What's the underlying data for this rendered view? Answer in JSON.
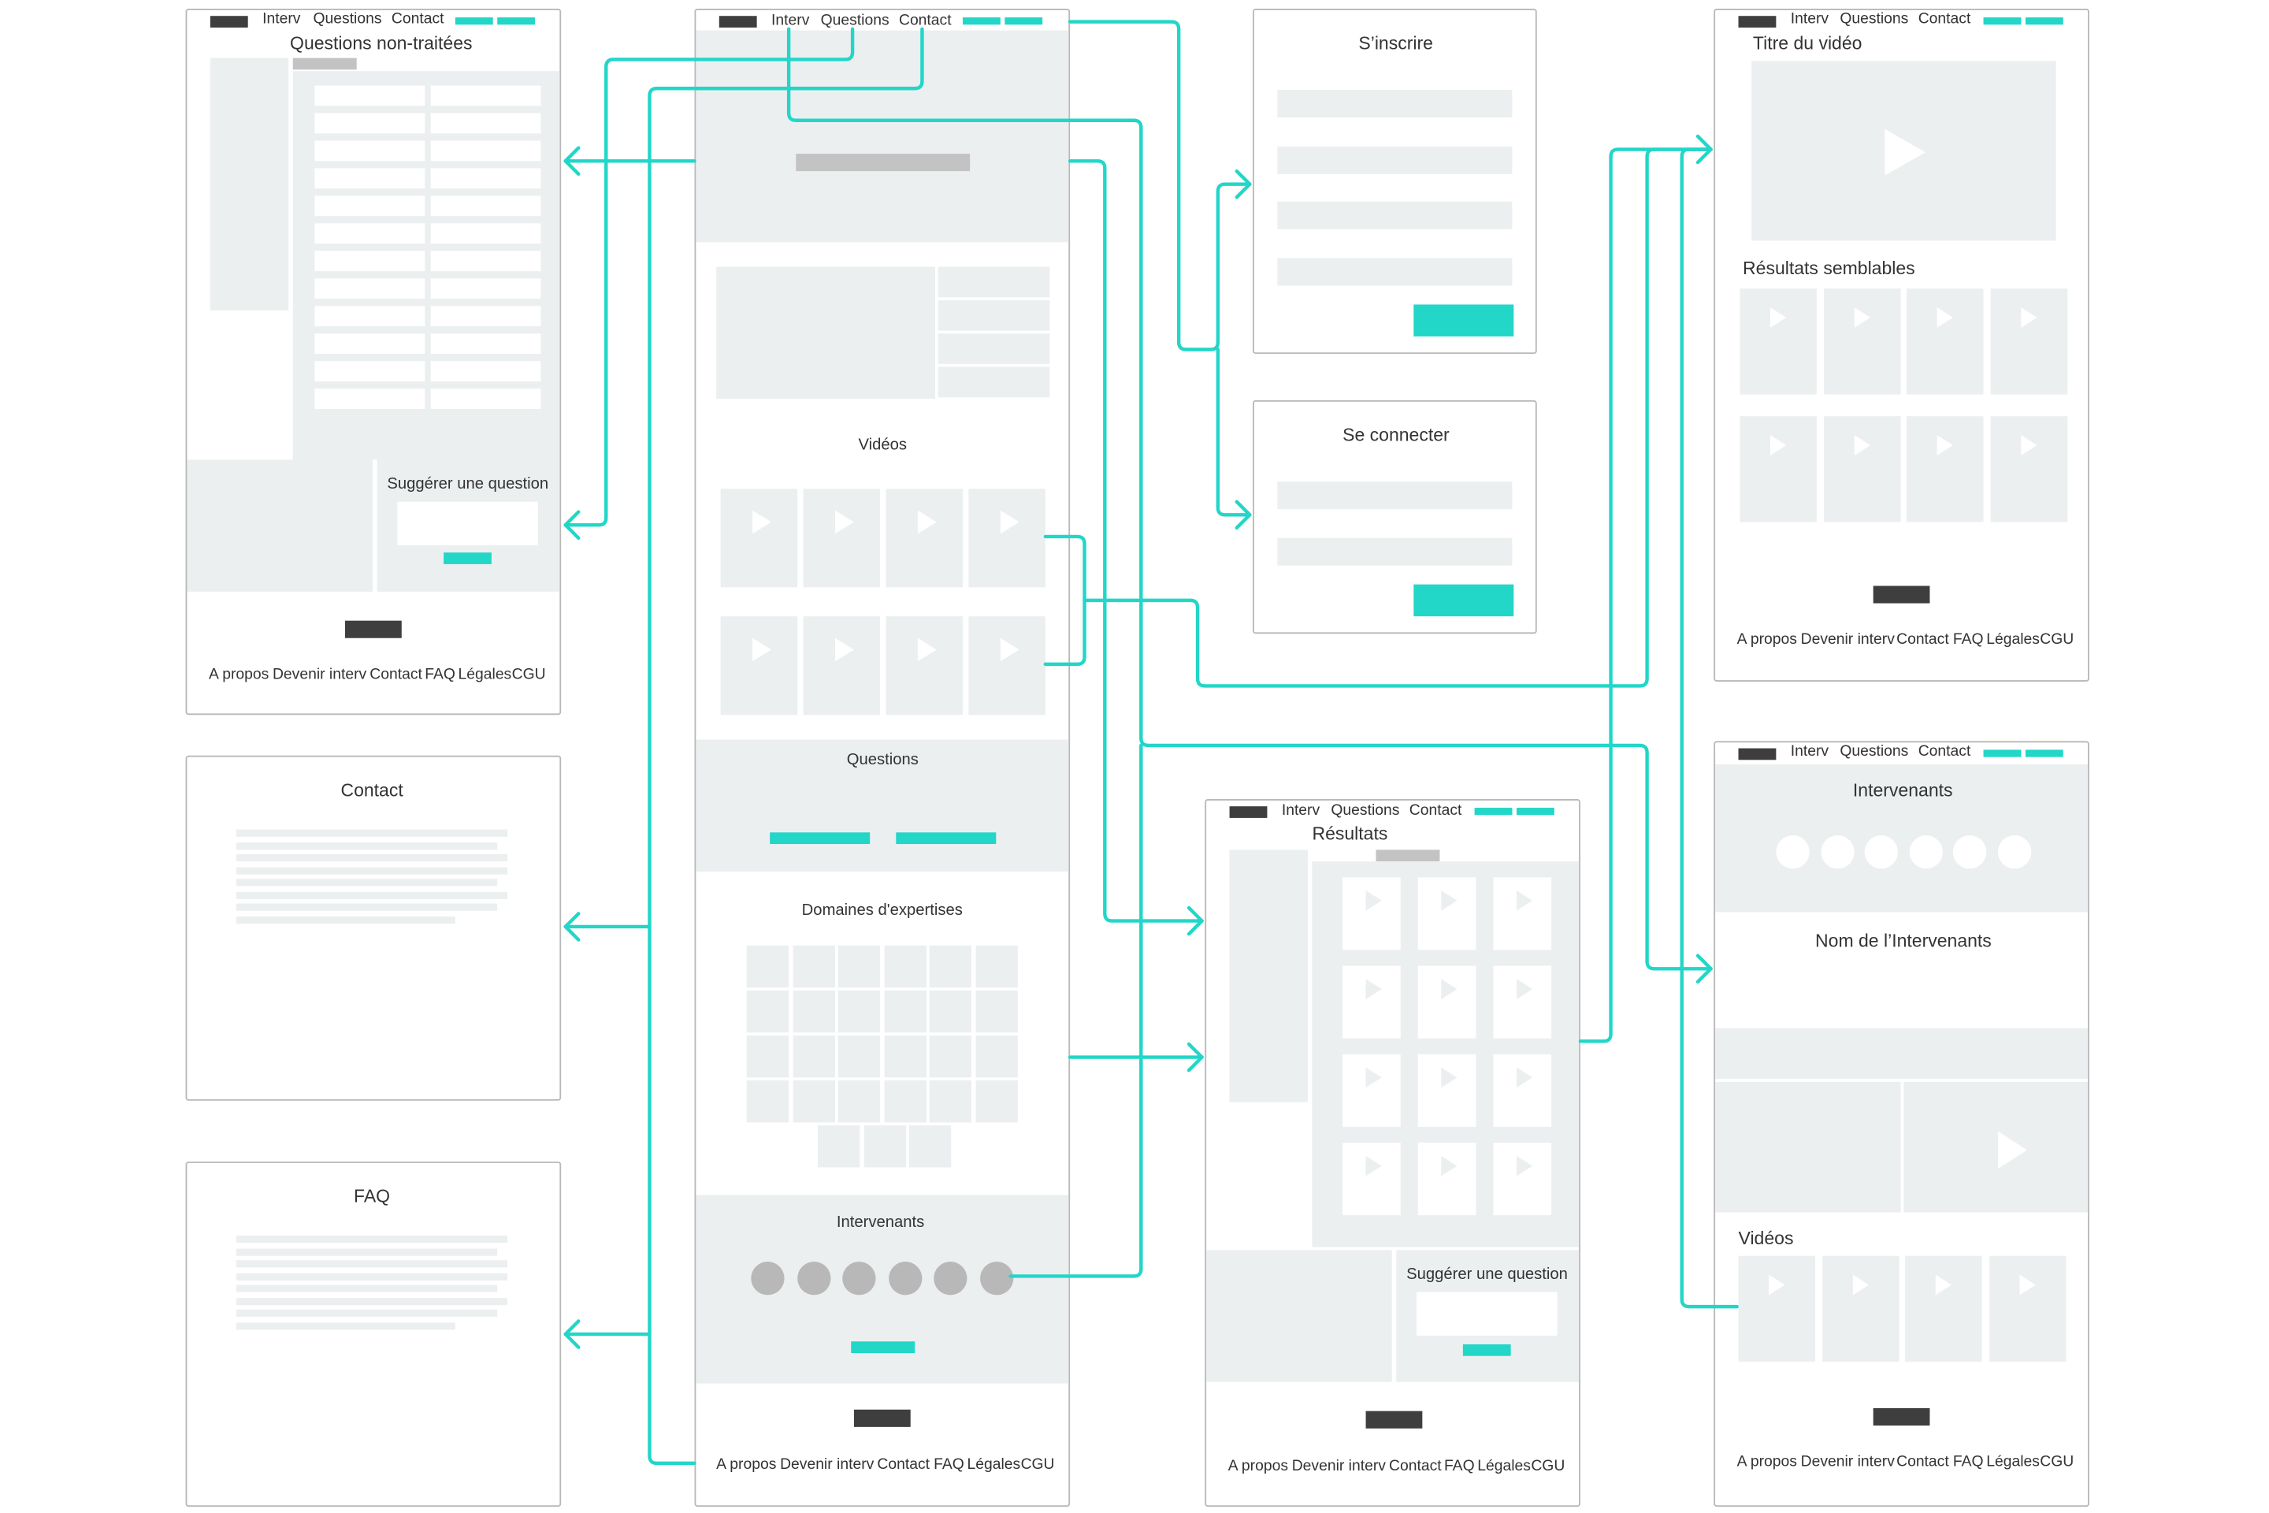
{
  "nav": {
    "interv": "Interv",
    "questions": "Questions",
    "contact": "Contact"
  },
  "footer": {
    "a_propos": "A propos",
    "devenir": "Devenir interv",
    "contact": "Contact",
    "faq": "FAQ",
    "legales": "Légales",
    "cgu": "CGU"
  },
  "home": {
    "videos_title": "Vidéos",
    "questions_title": "Questions",
    "domaines_title": "Domaines d'expertises",
    "intervenants_title": "Intervenants"
  },
  "questions_page": {
    "title": "Questions non-traitées",
    "suggest": "Suggérer une question"
  },
  "contact_page": {
    "title": "Contact"
  },
  "faq_page": {
    "title": "FAQ"
  },
  "signup_page": {
    "title": "S’inscrire"
  },
  "login_page": {
    "title": "Se connecter"
  },
  "results_page": {
    "title": "Résultats",
    "suggest": "Suggérer une question"
  },
  "video_page": {
    "title": "Titre du vidéo",
    "similar": "Résultats semblables"
  },
  "speakers_page": {
    "title": "Intervenants",
    "name": "Nom de l’Intervenants",
    "videos": "Vidéos"
  },
  "colors": {
    "accent": "#22d6c8",
    "placeholder": "#eceff0",
    "dark": "#3e3e3e",
    "border": "#b8b8b8"
  }
}
